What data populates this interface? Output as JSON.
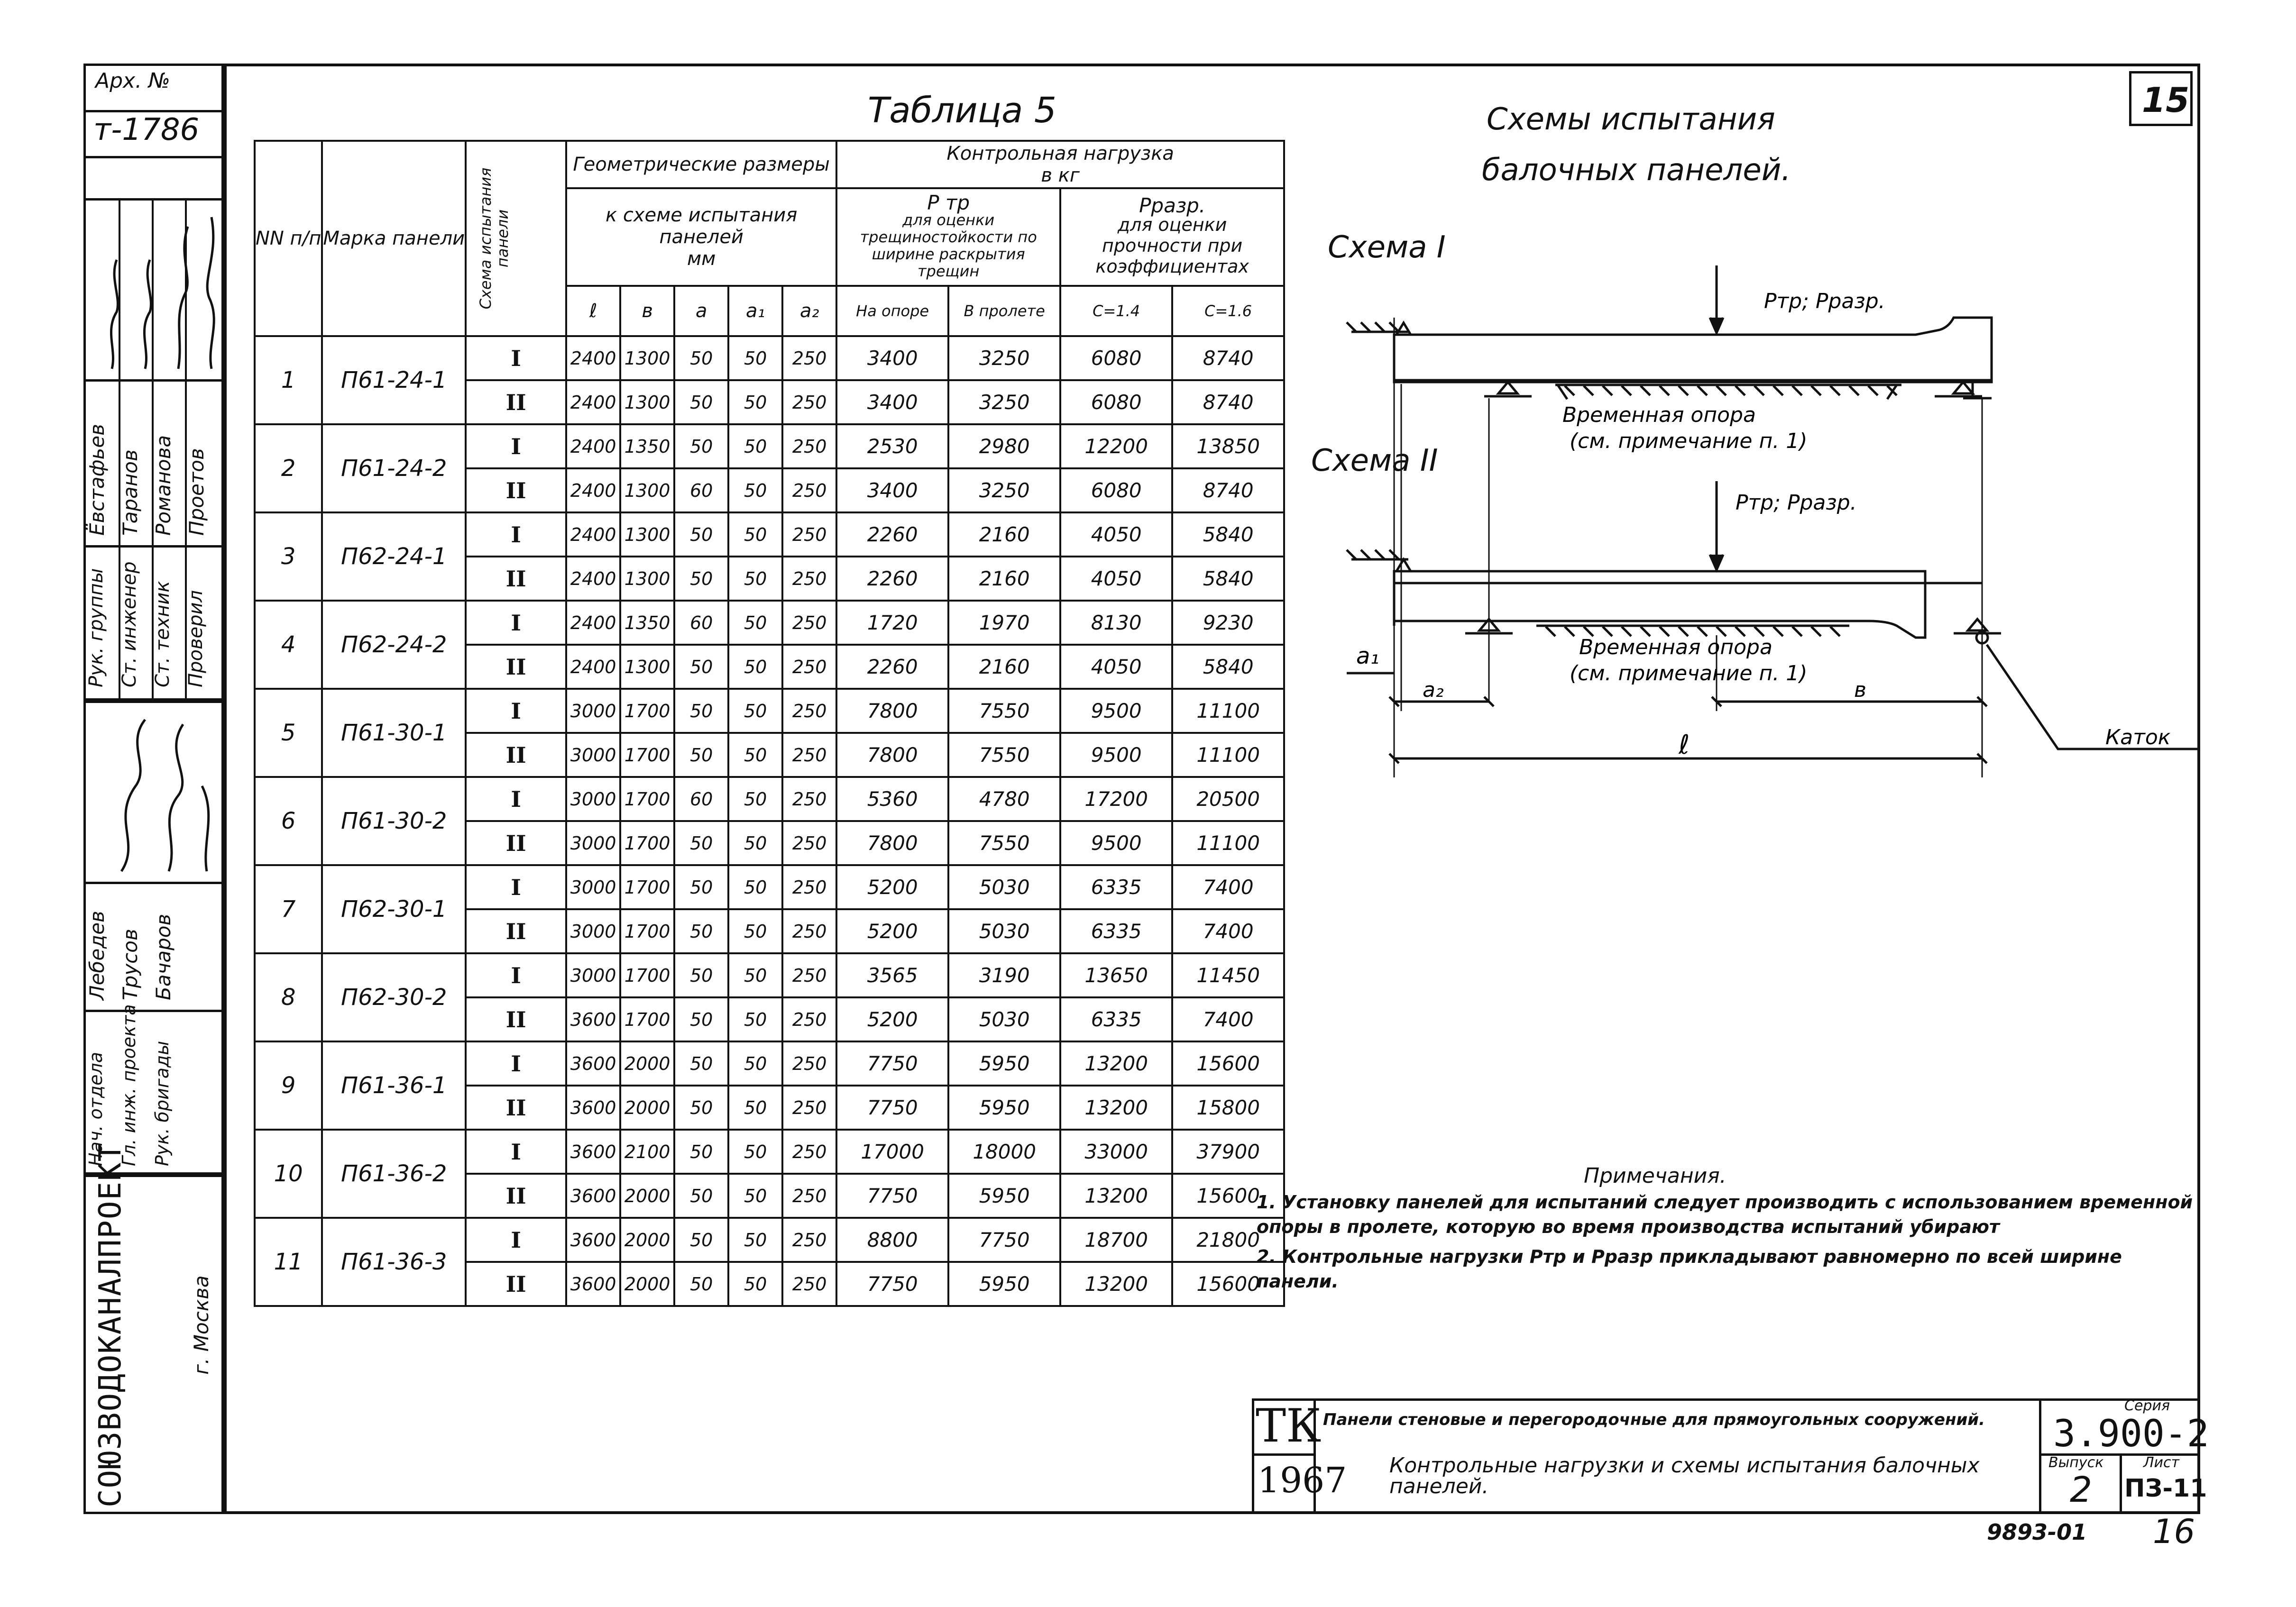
{
  "archive": {
    "label": "Арх. №",
    "number": "т-1786"
  },
  "page_number": "15",
  "sheet_number": "16",
  "bottom_code": "9893-01",
  "table_title": "Таблица 5",
  "table": {
    "headers": {
      "num": "NN п/п",
      "mark": "Марка панели",
      "scheme": "Схема испытания панели",
      "geometry_group": "Геометрические размеры",
      "geometry_sub1": "к схеме испытания",
      "geometry_sub2": "панелей",
      "geometry_unit": "мм",
      "load_group": "Контрольная нагрузка",
      "load_unit": "в кг",
      "ptr_title": "Р тр",
      "ptr_desc": "для оценки трещиностойкости по ширине раскрытия трещин",
      "prazr_title": "Рразр.",
      "prazr_desc": "для оценки прочности при коэффициентах",
      "cols": [
        "ℓ",
        "в",
        "а",
        "а₁",
        "а₂",
        "На опоре",
        "В пролете",
        "С=1.4",
        "С=1.6"
      ]
    },
    "panels": [
      {
        "num": "1",
        "mark": "П61-24-1",
        "rows": [
          {
            "scheme": "I",
            "l": "2400",
            "b": "1300",
            "a": "50",
            "a1": "50",
            "a2": "250",
            "support": "3400",
            "span": "3250",
            "c14": "6080",
            "c16": "8740"
          },
          {
            "scheme": "II",
            "l": "2400",
            "b": "1300",
            "a": "50",
            "a1": "50",
            "a2": "250",
            "support": "3400",
            "span": "3250",
            "c14": "6080",
            "c16": "8740"
          }
        ]
      },
      {
        "num": "2",
        "mark": "П61-24-2",
        "rows": [
          {
            "scheme": "I",
            "l": "2400",
            "b": "1350",
            "a": "50",
            "a1": "50",
            "a2": "250",
            "support": "2530",
            "span": "2980",
            "c14": "12200",
            "c16": "13850"
          },
          {
            "scheme": "II",
            "l": "2400",
            "b": "1300",
            "a": "60",
            "a1": "50",
            "a2": "250",
            "support": "3400",
            "span": "3250",
            "c14": "6080",
            "c16": "8740"
          }
        ]
      },
      {
        "num": "3",
        "mark": "П62-24-1",
        "rows": [
          {
            "scheme": "I",
            "l": "2400",
            "b": "1300",
            "a": "50",
            "a1": "50",
            "a2": "250",
            "support": "2260",
            "span": "2160",
            "c14": "4050",
            "c16": "5840"
          },
          {
            "scheme": "II",
            "l": "2400",
            "b": "1300",
            "a": "50",
            "a1": "50",
            "a2": "250",
            "support": "2260",
            "span": "2160",
            "c14": "4050",
            "c16": "5840"
          }
        ]
      },
      {
        "num": "4",
        "mark": "П62-24-2",
        "rows": [
          {
            "scheme": "I",
            "l": "2400",
            "b": "1350",
            "a": "60",
            "a1": "50",
            "a2": "250",
            "support": "1720",
            "span": "1970",
            "c14": "8130",
            "c16": "9230"
          },
          {
            "scheme": "II",
            "l": "2400",
            "b": "1300",
            "a": "50",
            "a1": "50",
            "a2": "250",
            "support": "2260",
            "span": "2160",
            "c14": "4050",
            "c16": "5840"
          }
        ]
      },
      {
        "num": "5",
        "mark": "П61-30-1",
        "rows": [
          {
            "scheme": "I",
            "l": "3000",
            "b": "1700",
            "a": "50",
            "a1": "50",
            "a2": "250",
            "support": "7800",
            "span": "7550",
            "c14": "9500",
            "c16": "11100"
          },
          {
            "scheme": "II",
            "l": "3000",
            "b": "1700",
            "a": "50",
            "a1": "50",
            "a2": "250",
            "support": "7800",
            "span": "7550",
            "c14": "9500",
            "c16": "11100"
          }
        ]
      },
      {
        "num": "6",
        "mark": "П61-30-2",
        "rows": [
          {
            "scheme": "I",
            "l": "3000",
            "b": "1700",
            "a": "60",
            "a1": "50",
            "a2": "250",
            "support": "5360",
            "span": "4780",
            "c14": "17200",
            "c16": "20500"
          },
          {
            "scheme": "II",
            "l": "3000",
            "b": "1700",
            "a": "50",
            "a1": "50",
            "a2": "250",
            "support": "7800",
            "span": "7550",
            "c14": "9500",
            "c16": "11100"
          }
        ]
      },
      {
        "num": "7",
        "mark": "П62-30-1",
        "rows": [
          {
            "scheme": "I",
            "l": "3000",
            "b": "1700",
            "a": "50",
            "a1": "50",
            "a2": "250",
            "support": "5200",
            "span": "5030",
            "c14": "6335",
            "c16": "7400"
          },
          {
            "scheme": "II",
            "l": "3000",
            "b": "1700",
            "a": "50",
            "a1": "50",
            "a2": "250",
            "support": "5200",
            "span": "5030",
            "c14": "6335",
            "c16": "7400"
          }
        ]
      },
      {
        "num": "8",
        "mark": "П62-30-2",
        "rows": [
          {
            "scheme": "I",
            "l": "3000",
            "b": "1700",
            "a": "50",
            "a1": "50",
            "a2": "250",
            "support": "3565",
            "span": "3190",
            "c14": "13650",
            "c16": "11450"
          },
          {
            "scheme": "II",
            "l": "3600",
            "b": "1700",
            "a": "50",
            "a1": "50",
            "a2": "250",
            "support": "5200",
            "span": "5030",
            "c14": "6335",
            "c16": "7400"
          }
        ]
      },
      {
        "num": "9",
        "mark": "П61-36-1",
        "rows": [
          {
            "scheme": "I",
            "l": "3600",
            "b": "2000",
            "a": "50",
            "a1": "50",
            "a2": "250",
            "support": "7750",
            "span": "5950",
            "c14": "13200",
            "c16": "15600"
          },
          {
            "scheme": "II",
            "l": "3600",
            "b": "2000",
            "a": "50",
            "a1": "50",
            "a2": "250",
            "support": "7750",
            "span": "5950",
            "c14": "13200",
            "c16": "15800"
          }
        ]
      },
      {
        "num": "10",
        "mark": "П61-36-2",
        "rows": [
          {
            "scheme": "I",
            "l": "3600",
            "b": "2100",
            "a": "50",
            "a1": "50",
            "a2": "250",
            "support": "17000",
            "span": "18000",
            "c14": "33000",
            "c16": "37900"
          },
          {
            "scheme": "II",
            "l": "3600",
            "b": "2000",
            "a": "50",
            "a1": "50",
            "a2": "250",
            "support": "7750",
            "span": "5950",
            "c14": "13200",
            "c16": "15600"
          }
        ]
      },
      {
        "num": "11",
        "mark": "П61-36-3",
        "rows": [
          {
            "scheme": "I",
            "l": "3600",
            "b": "2000",
            "a": "50",
            "a1": "50",
            "a2": "250",
            "support": "8800",
            "span": "7750",
            "c14": "18700",
            "c16": "21800"
          },
          {
            "scheme": "II",
            "l": "3600",
            "b": "2000",
            "a": "50",
            "a1": "50",
            "a2": "250",
            "support": "7750",
            "span": "5950",
            "c14": "13200",
            "c16": "15600"
          }
        ]
      }
    ]
  },
  "diagram": {
    "title1": "Схемы испытания",
    "title2": "балочных панелей.",
    "scheme1": "Схема I",
    "scheme2": "Схема II",
    "load1": "Pтр; Pразр.",
    "load2": "Pтр; Pразр.",
    "temp1_line1": "Временная опора",
    "temp1_line2": "(см. примечание п. 1)",
    "temp2_line1": "Временная опора",
    "temp2_line2": "(см. примечание п. 1)",
    "dim_a1": "а₁",
    "dim_a2": "а₂",
    "dim_b": "в",
    "dim_l": "ℓ",
    "roller": "Каток"
  },
  "notes": {
    "title": "Примечания.",
    "n1": "1. Установку панелей для испытаний следует производить с использованием временной опоры в пролете, которую во время производства испытаний убирают",
    "n2": "2. Контрольные нагрузки Pтр и Pразр прикладывают равномерно по всей ширине панели."
  },
  "left_strip": {
    "names_row1": [
      "Ёвстафьев",
      "Таранов",
      "Романова",
      "Проетов"
    ],
    "roles_row1": [
      "Рук. группы",
      "Ст. инженер",
      "Ст. техник",
      "Проверил"
    ],
    "names_row2": [
      "Лебедев",
      "Трусов",
      "Бачаров"
    ],
    "roles_row2": [
      "Нач. отдела",
      "Гл. инж. проекта",
      "Рук. бригады"
    ],
    "org": "СОЮЗВОДОКАНАЛПРОЕКТ",
    "city": "г. Москва"
  },
  "title_block": {
    "tk": "ТК",
    "year": "1967",
    "line1": "Панели стеновые и перегородочные для прямоугольных сооружений.",
    "line2": "Контрольные нагрузки и схемы испытания балочных панелей.",
    "series_label": "Серия",
    "series": "3.900-2",
    "issue_label": "Выпуск",
    "issue": "2",
    "sheet_label": "Лист",
    "sheet": "ПЗ-11"
  }
}
